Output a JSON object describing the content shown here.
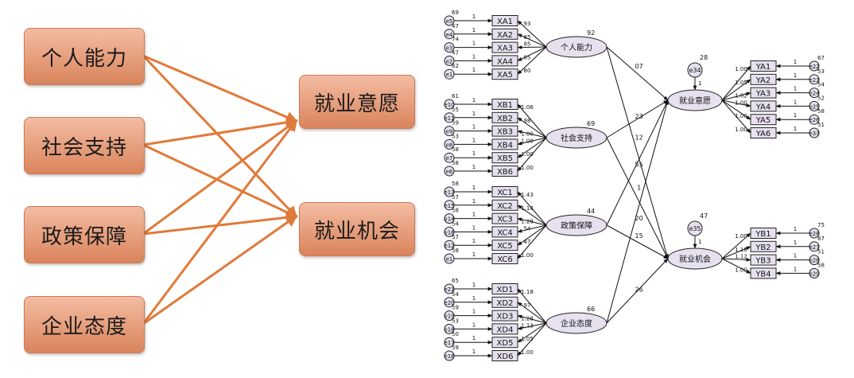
{
  "concept": {
    "factors": [
      "个人能力",
      "社会支持",
      "政策保障",
      "企业态度"
    ],
    "outcomes": [
      "就业意愿",
      "就业机会"
    ],
    "arrow_color": "#e07a3a"
  },
  "sem": {
    "latent_factors": [
      {
        "name": "个人能力",
        "variance": "92"
      },
      {
        "name": "社会支持",
        "variance": "69"
      },
      {
        "name": "政策保障",
        "variance": "44"
      },
      {
        "name": "企业态度",
        "variance": "66"
      }
    ],
    "outcomes": [
      {
        "name": "就业意愿",
        "residual": "e34",
        "variance": "28"
      },
      {
        "name": "就业机会",
        "residual": "e35",
        "variance": "47"
      }
    ],
    "indicator_groups": [
      {
        "items": [
          "XA1",
          "XA2",
          "XA3",
          "XA4",
          "XA5"
        ],
        "errors": [
          "e5",
          "e4",
          "e3",
          "e2",
          "e1"
        ],
        "err_vars": [
          "69",
          "47",
          "74",
          "47",
          "62"
        ],
        "loadings": [
          "93",
          "85",
          "85",
          "85",
          "80"
        ]
      },
      {
        "items": [
          "XB1",
          "XB2",
          "XB3",
          "XB4",
          "XB5",
          "XB6"
        ],
        "errors": [
          "e10",
          "e11",
          "e9",
          "e8",
          "e7",
          "e6"
        ],
        "err_vars": [
          "61",
          "55",
          "59",
          "53",
          "58",
          "58"
        ],
        "loadings": [
          "1.06",
          "98",
          "1.00",
          "1.00",
          "1.00",
          "1.00"
        ]
      },
      {
        "items": [
          "XC1",
          "XC2",
          "XC3",
          "XC4",
          "XC5",
          "XC6"
        ],
        "errors": [
          "e13",
          "e15",
          "e14",
          "e16",
          "e12",
          "e1"
        ],
        "err_vars": [
          "58",
          "57",
          "58",
          "54",
          "57",
          "58"
        ],
        "loadings": [
          "1.43",
          "1.18",
          "1.29",
          "54",
          "47",
          "1.00"
        ]
      },
      {
        "items": [
          "XD1",
          "XD2",
          "XD3",
          "XD4",
          "XD5",
          "XD6"
        ],
        "errors": [
          "e21",
          "e20",
          "e19",
          "e18",
          "e17",
          "e16"
        ],
        "err_vars": [
          "65",
          "54",
          "59",
          "53",
          "50",
          "59"
        ],
        "loadings": [
          "1.18",
          "97",
          "1.28",
          "1.13",
          "1.05",
          "1.00"
        ]
      },
      {
        "items": [
          "YA1",
          "YA2",
          "YA3",
          "YA4",
          "YA5",
          "YA6"
        ],
        "errors": [
          "e22",
          "e23",
          "e24",
          "e25",
          "e26",
          "e33"
        ],
        "err_vars": [
          "67",
          "53",
          "54",
          "52",
          "58",
          "51"
        ],
        "loadings": [
          "1.00",
          "1.05",
          "1.02",
          "1.00",
          "1.00",
          "1.00"
        ]
      },
      {
        "items": [
          "YB1",
          "YB2",
          "YB3",
          "YB4"
        ],
        "errors": [
          "e28",
          "e27",
          "e28",
          "e29"
        ],
        "err_vars": [
          "75",
          "87",
          "51",
          "58"
        ],
        "loadings": [
          "1.00",
          "1.18",
          "1.12",
          "1.00"
        ]
      }
    ],
    "paths": [
      {
        "from": 0,
        "to": 0,
        "coef": "07"
      },
      {
        "from": 0,
        "to": 1,
        "coef": "12"
      },
      {
        "from": 1,
        "to": 0,
        "coef": "23"
      },
      {
        "from": 1,
        "to": 1,
        "coef": "1"
      },
      {
        "from": 2,
        "to": 0,
        "coef": "55"
      },
      {
        "from": 2,
        "to": 1,
        "coef": "15"
      },
      {
        "from": 3,
        "to": 0,
        "coef": "20"
      },
      {
        "from": 3,
        "to": 1,
        "coef": "26"
      }
    ],
    "one_label": "1"
  }
}
